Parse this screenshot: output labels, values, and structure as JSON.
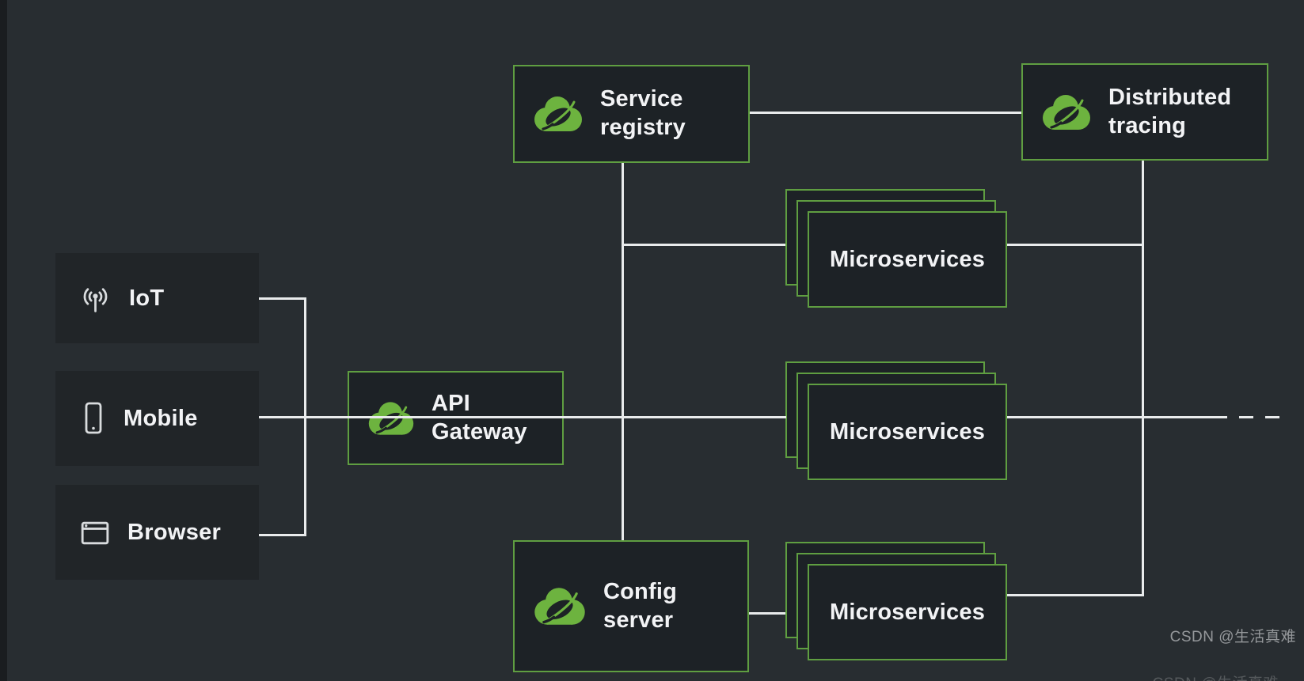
{
  "diagram": {
    "type": "architecture-diagram",
    "topic": "Spring Cloud microservices architecture"
  },
  "colors": {
    "background": "#282d31",
    "box_fill": "#1d2226",
    "client_box_fill": "#212528",
    "border_green": "#5f9e41",
    "logo_green": "#6db33f",
    "connector": "#e9ebec",
    "text": "#f2f3f5",
    "watermark": "#95989b"
  },
  "nodes": {
    "service_registry": {
      "label": "Service registry"
    },
    "distributed_tracing": {
      "label": "Distributed tracing"
    },
    "api_gateway": {
      "label": "API Gateway"
    },
    "config_server": {
      "label": "Config server"
    },
    "microservices_top": {
      "label": "Microservices"
    },
    "microservices_middle": {
      "label": "Microservices"
    },
    "microservices_bottom": {
      "label": "Microservices"
    }
  },
  "clients": {
    "iot": {
      "label": "IoT",
      "icon": "broadcast-icon"
    },
    "mobile": {
      "label": "Mobile",
      "icon": "mobile-phone-icon"
    },
    "browser": {
      "label": "Browser",
      "icon": "browser-window-icon"
    }
  },
  "watermark": {
    "text": "CSDN @生活真难"
  }
}
